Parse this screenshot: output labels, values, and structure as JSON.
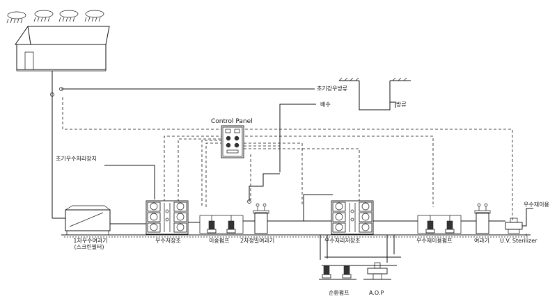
{
  "labels": {
    "first_rain_drain": "초기강우방류",
    "discharge_pipe": "배수",
    "overflow": "방류",
    "control_panel": "Control Panel",
    "first_rain_device": "초기우수처리장치",
    "primary_filter_line1": "1차우수여과기",
    "primary_filter_line2": "(스크린필터)",
    "storage_tank": "우수저장조",
    "transfer_pump": "이송펌프",
    "secondary_filter": "2차정밀여과기",
    "treated_tank": "우수처리저장조",
    "reuse_pump": "우수재이용펌프",
    "filter": "여과기",
    "uv_sterilizer": "U.V. Sterilizer",
    "reuse": "우수재이용",
    "circulation_pump": "순환펌프",
    "aop": "A.O.P"
  }
}
